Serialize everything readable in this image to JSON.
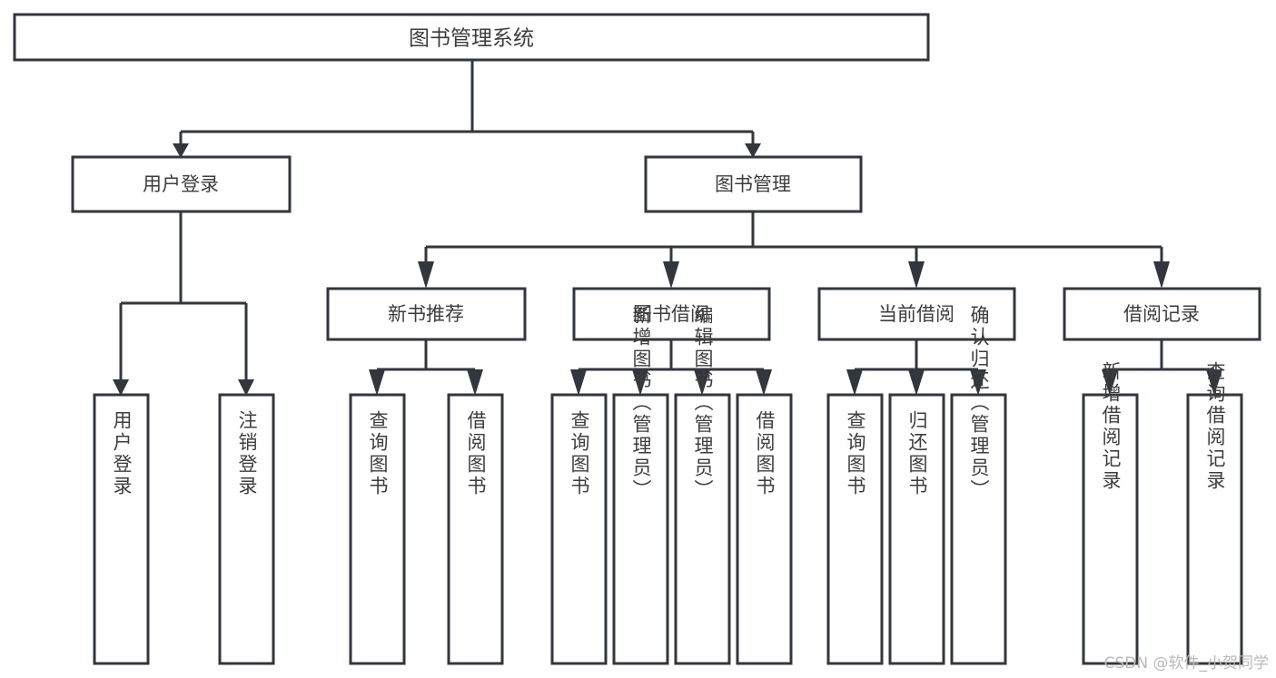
{
  "diagram": {
    "type": "tree-hierarchy",
    "orientation": "top-down",
    "title": "图书管理系统",
    "colors": {
      "box_stroke": "#32373d",
      "box_fill": "#ffffff",
      "text": "#3d3d3d",
      "connector": "#32373d",
      "background": "#ffffff",
      "watermark": "#b9b9b9"
    },
    "root": {
      "label": "图书管理系统"
    },
    "level2": [
      {
        "label": "用户登录"
      },
      {
        "label": "图书管理"
      }
    ],
    "level3": [
      {
        "label": "新书推荐"
      },
      {
        "label": "图书借阅"
      },
      {
        "label": "当前借阅"
      },
      {
        "label": "借阅记录"
      }
    ],
    "leaves": {
      "user_login": [
        {
          "label": "用户登录"
        },
        {
          "label": "注销登录"
        }
      ],
      "new_book_recommend": [
        {
          "label": "查询图书"
        },
        {
          "label": "借阅图书"
        }
      ],
      "book_borrow": [
        {
          "label": "查询图书"
        },
        {
          "label": "新增图书（管理员）"
        },
        {
          "label": "编辑图书（管理员）"
        },
        {
          "label": "借阅图书"
        }
      ],
      "current_borrow": [
        {
          "label": "查询图书"
        },
        {
          "label": "归还图书"
        },
        {
          "label": "确认归还（管理员）"
        }
      ],
      "borrow_record": [
        {
          "label": "新增借阅记录"
        },
        {
          "label": "查询借阅记录"
        }
      ]
    },
    "watermark": "CSDN @软件_小贺同学"
  }
}
